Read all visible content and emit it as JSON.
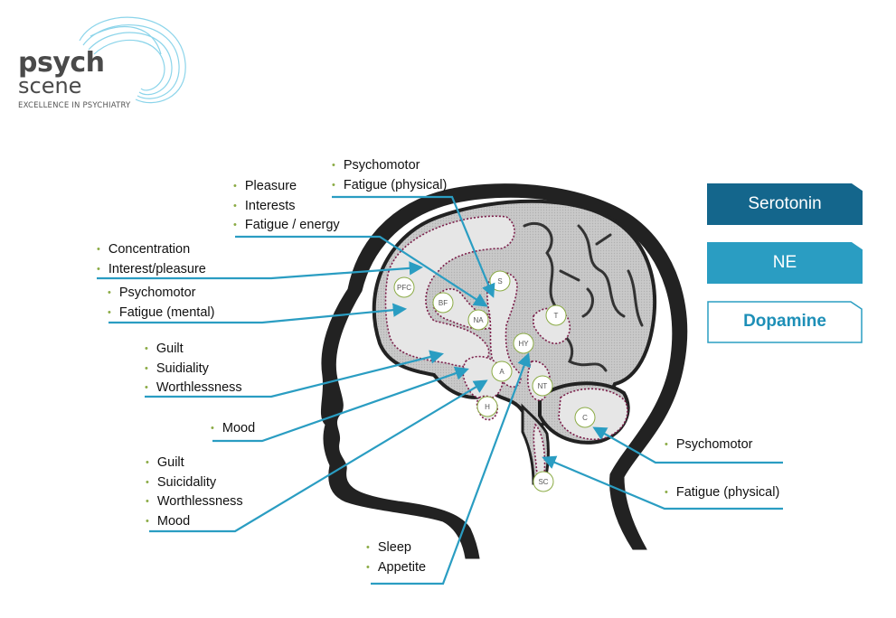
{
  "logo": {
    "line1": "psych",
    "line2": "scene",
    "tagline": "EXCELLENCE IN PSYCHIATRY"
  },
  "legend": {
    "serotonin": "Serotonin",
    "ne": "NE",
    "dopamine": "Dopamine"
  },
  "regions": {
    "pfc": "PFC",
    "bf": "BF",
    "s": "S",
    "na": "NA",
    "t": "T",
    "hy": "HY",
    "a": "A",
    "nt": "NT",
    "h": "H",
    "c": "C",
    "sc": "SC"
  },
  "annotations": {
    "top_center": [
      "Psychomotor",
      "Fatigue (physical)"
    ],
    "top_left": [
      "Pleasure",
      "Interests",
      "Fatigue / energy"
    ],
    "concentration": [
      "Concentration",
      "Interest/pleasure"
    ],
    "psychomotor_mental": [
      "Psychomotor",
      "Fatigue (mental)"
    ],
    "guilt1": [
      "Guilt",
      "Suidiality",
      "Worthlessness"
    ],
    "mood": [
      "Mood"
    ],
    "guilt2": [
      "Guilt",
      "Suicidality",
      "Worthlessness",
      "Mood"
    ],
    "sleep": [
      "Sleep",
      "Appetite"
    ],
    "right_psychomotor": [
      "Psychomotor"
    ],
    "right_fatigue": [
      "Fatigue (physical)"
    ]
  },
  "colors": {
    "serotonin": "#14668c",
    "ne": "#2a9dc2",
    "dopamine_text": "#1d8fb7",
    "arrow": "#2a9dc2",
    "region_outline": "#7b1e4a",
    "bullet": "#8bab45",
    "region_node_border": "#8bab45"
  }
}
